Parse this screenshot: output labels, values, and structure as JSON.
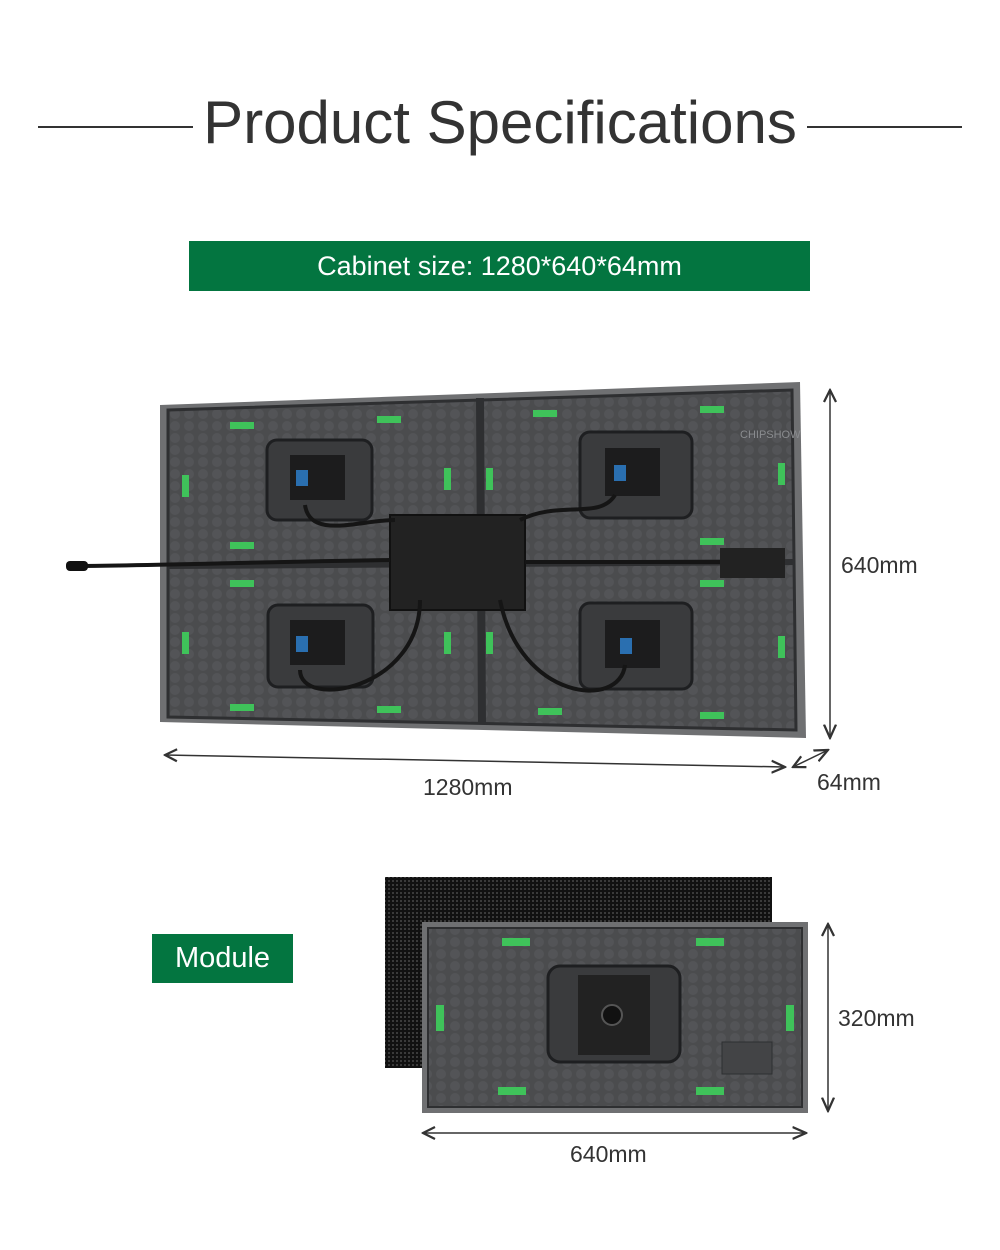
{
  "heading": "Product Specifications",
  "cabinet": {
    "label": "Cabinet size: 1280*640*64mm",
    "width_label": "1280mm",
    "height_label": "640mm",
    "depth_label": "64mm",
    "watermark": "CHIPSHOW"
  },
  "module": {
    "label": "Module",
    "width_label": "640mm",
    "height_label": "320mm"
  },
  "colors": {
    "brand_green": "#037540",
    "handle_green": "#3fc25a",
    "panel": "#4a4b4d"
  }
}
